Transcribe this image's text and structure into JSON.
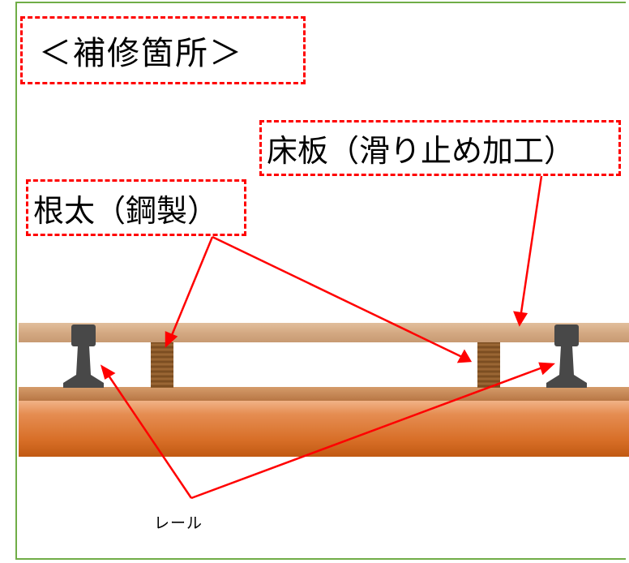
{
  "title": "＜補修箇所＞",
  "labels": {
    "floor_board": "床板（滑り止め加工）",
    "joist": "根太（鋼製）",
    "rail": "レール"
  },
  "colors": {
    "frame_border": "#70ad47",
    "callout_border": "#ff0000",
    "arrow": "#ff0000",
    "deck_wood": "#d5aa84",
    "lower_wood": "#c98a55",
    "girder": "#e0782e",
    "joist_wood": "#8a5a2b",
    "rail": "#474747"
  }
}
